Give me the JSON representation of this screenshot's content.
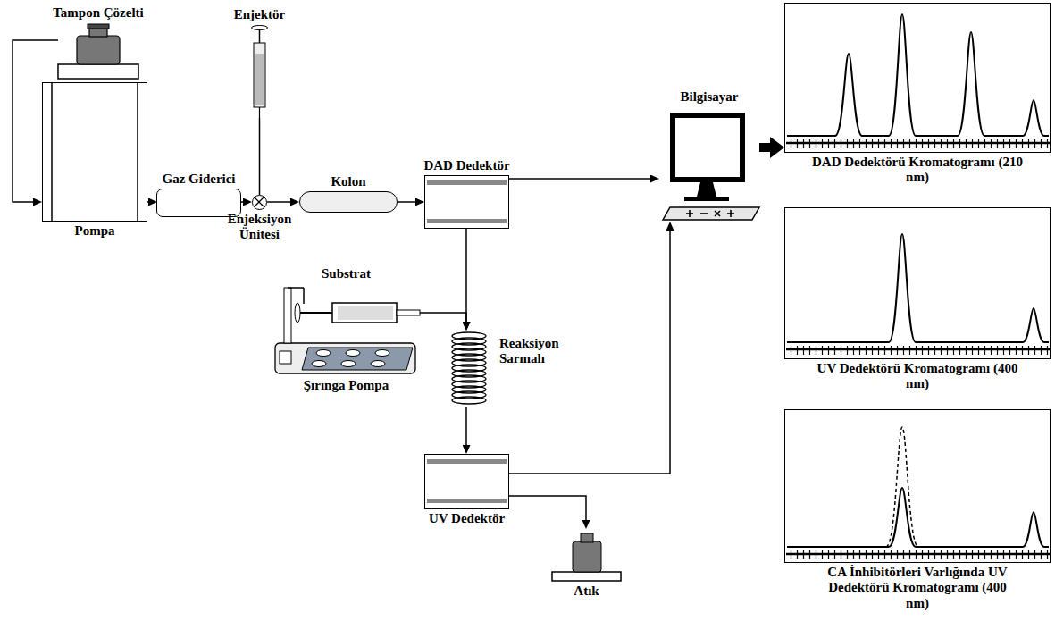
{
  "diagram": {
    "nodes": [
      {
        "text": [
          "Tampon Çözelti"
        ]
      },
      {
        "text": [
          "Pompa"
        ]
      },
      {
        "text": [
          "Gaz Giderici"
        ]
      },
      {
        "text": [
          "Enjektör"
        ]
      },
      {
        "text": [
          "Enjeksiyon Ünitesi"
        ]
      },
      {
        "text": [
          "Kolon"
        ]
      },
      {
        "text": [
          "DAD Dedektör"
        ]
      },
      {
        "text": [
          "Bilgisayar"
        ]
      },
      {
        "text": [
          "DAD Dedektörü Kromatogramı (210 nm)"
        ]
      },
      {
        "text": [
          "Substrat",
          "Şırınga Pompa"
        ]
      },
      {
        "text": [
          "Reaksiyon Sarmalı"
        ]
      },
      {
        "text": [
          "UV Dedektörü Kromatogramı (400 nm)"
        ]
      },
      {
        "text": [
          "UV Dedektör"
        ]
      },
      {
        "text": [
          "Atık"
        ]
      },
      {
        "text": [
          "CA İnhibitörleri Varlığında UV Dedektörü Kromatogramı (400 nm)"
        ]
      }
    ],
    "edges": [
      {
        "from": 0,
        "to": 1,
        "arrow": "to"
      },
      {
        "from": 1,
        "to": 2,
        "arrow": "to"
      },
      {
        "from": 2,
        "to": 4,
        "arrow": "to"
      },
      {
        "from": 3,
        "to": 4,
        "arrow": "none"
      },
      {
        "from": 4,
        "to": 5,
        "arrow": "to"
      },
      {
        "from": 5,
        "to": 6,
        "arrow": "to"
      },
      {
        "from": 6,
        "to": 7,
        "arrow": "to"
      },
      {
        "from": 6,
        "to": 10,
        "arrow": "to"
      },
      {
        "from": 9,
        "to": 10,
        "arrow": "to"
      },
      {
        "from": 10,
        "to": 12,
        "arrow": "to"
      },
      {
        "from": 12,
        "to": 7,
        "arrow": "to"
      },
      {
        "from": 12,
        "to": 13,
        "arrow": "to"
      },
      {
        "from": 7,
        "to": 8,
        "arrow": "to"
      }
    ]
  }
}
